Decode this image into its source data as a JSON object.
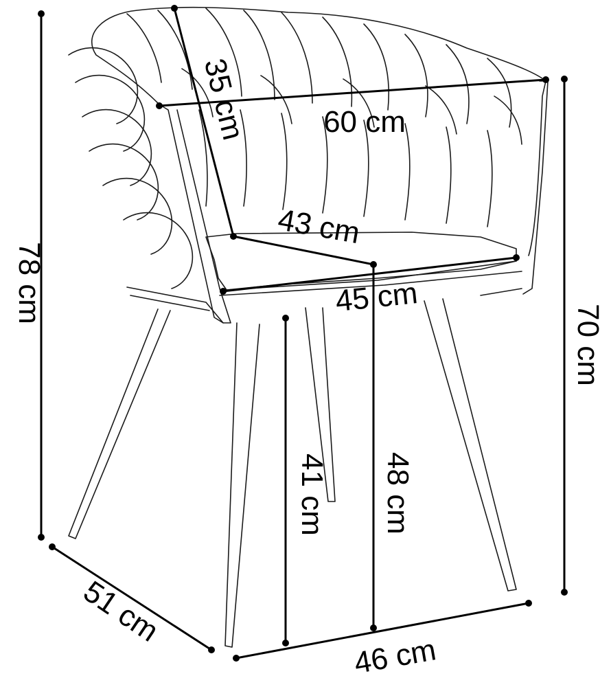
{
  "diagram": {
    "subject": "armchair-dimensions",
    "labels": {
      "backrest_height": "35 cm",
      "total_width": "60 cm",
      "seat_depth": "43 cm",
      "seat_width": "45 cm",
      "total_height": "78 cm",
      "armrest_height": "70 cm",
      "seat_height_front": "41 cm",
      "seat_height": "48 cm",
      "leg_depth": "51 cm",
      "leg_width": "46 cm"
    },
    "colors": {
      "line": "#000000",
      "outline": "#1a1a1a",
      "background": "#ffffff"
    }
  }
}
